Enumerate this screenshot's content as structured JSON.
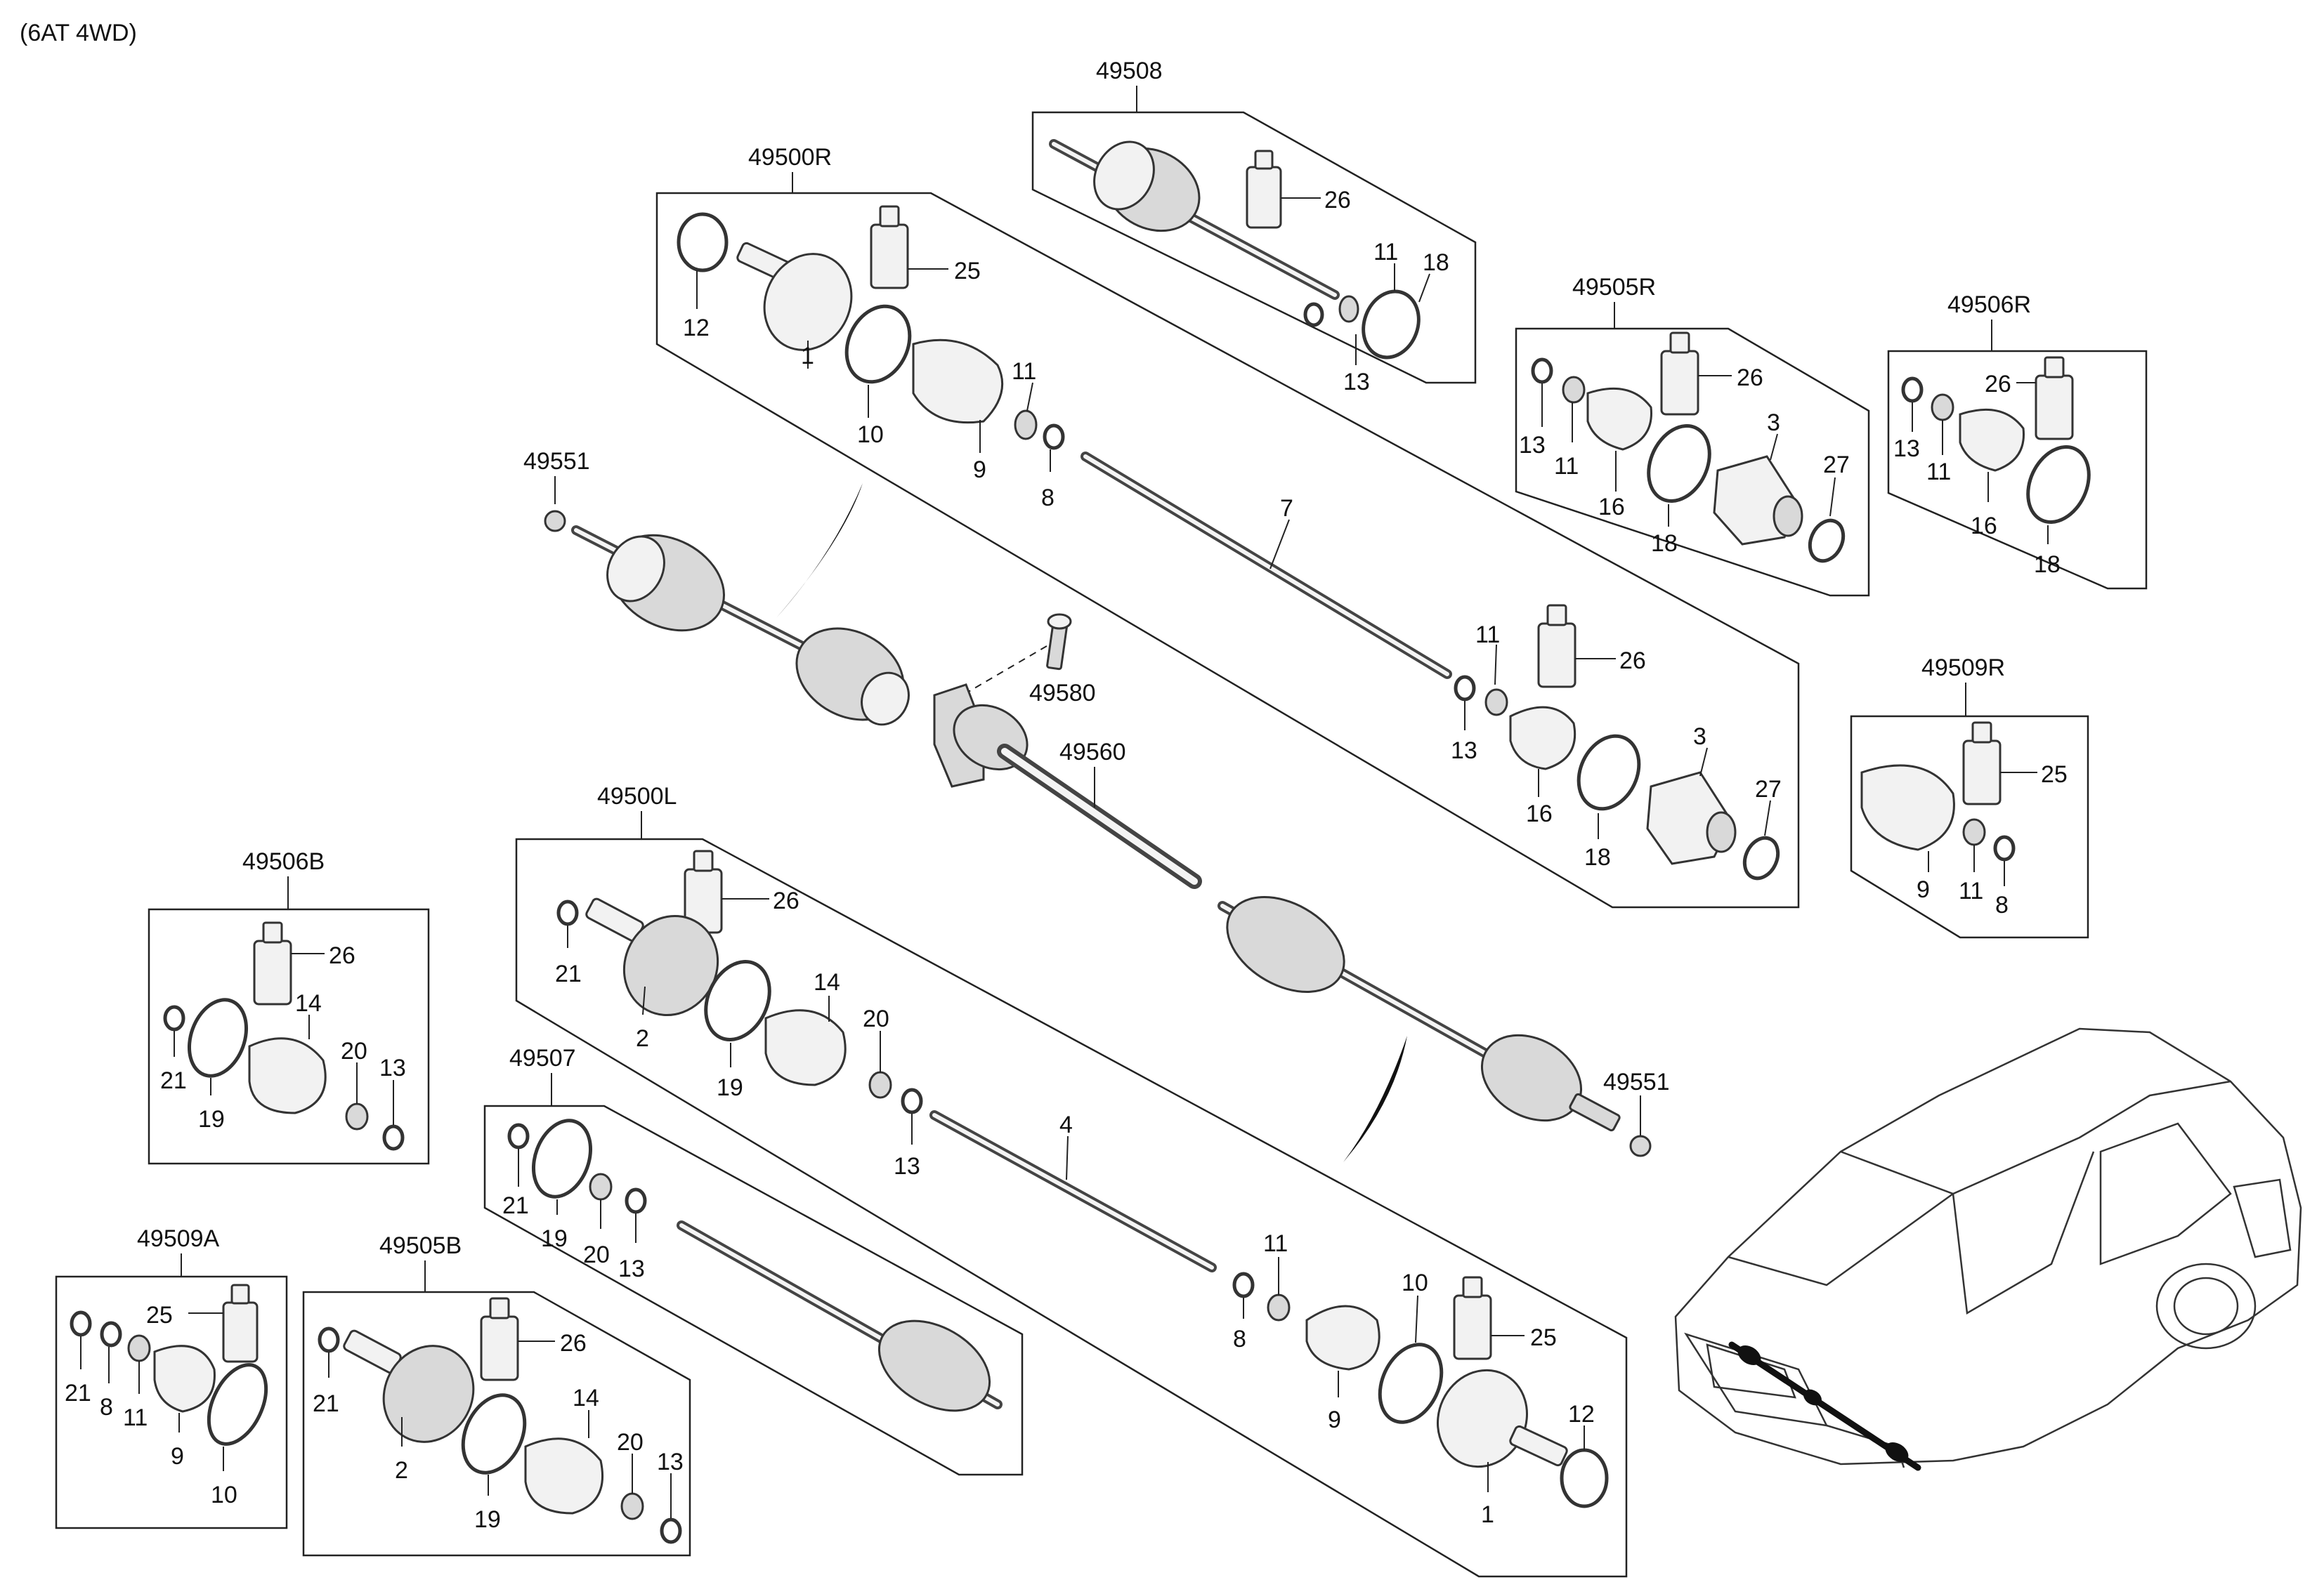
{
  "header": {
    "label": "(6AT 4WD)"
  },
  "groups": {
    "g49508": "49508",
    "g49500R": "49500R",
    "g49505R": "49505R",
    "g49506R": "49506R",
    "g49509R": "49509R",
    "g49551a": "49551",
    "g49551b": "49551",
    "g49580": "49580",
    "g49560": "49560",
    "g49500L": "49500L",
    "g49506B": "49506B",
    "g49507": "49507",
    "g49509A": "49509A",
    "g49505B": "49505B"
  },
  "callouts": {
    "c49508_26": "26",
    "c49508_11": "11",
    "c49508_18": "18",
    "c49508_13": "13",
    "cR_12": "12",
    "cR_1": "1",
    "cR_25": "25",
    "cR_10": "10",
    "cR_9": "9",
    "cR_11": "11",
    "cR_8": "8",
    "cR_7": "7",
    "cR_11b": "11",
    "cR_26": "26",
    "cR_13": "13",
    "cR_16": "16",
    "cR_18": "18",
    "cR_3": "3",
    "cR_27": "27",
    "c5R_13": "13",
    "c5R_11": "11",
    "c5R_16": "16",
    "c5R_26": "26",
    "c5R_18": "18",
    "c5R_3": "3",
    "c5R_27": "27",
    "c6R_13": "13",
    "c6R_11": "11",
    "c6R_26": "26",
    "c6R_16": "16",
    "c6R_18": "18",
    "c9R_9": "9",
    "c9R_25": "25",
    "c9R_11": "11",
    "c9R_8": "8",
    "cL_26": "26",
    "cL_21": "21",
    "cL_2": "2",
    "cL_19": "19",
    "cL_14": "14",
    "cL_20": "20",
    "cL_13": "13",
    "cL_4": "4",
    "cL_11": "11",
    "cL_8": "8",
    "cL_9": "9",
    "cL_10": "10",
    "cL_25": "25",
    "cL_1": "1",
    "cL_12": "12",
    "c6B_26": "26",
    "c6B_14": "14",
    "c6B_21": "21",
    "c6B_19": "19",
    "c6B_20": "20",
    "c6B_13": "13",
    "c07_21": "21",
    "c07_19": "19",
    "c07_20": "20",
    "c07_13": "13",
    "c9A_25": "25",
    "c9A_21": "21",
    "c9A_8": "8",
    "c9A_11": "11",
    "c9A_9": "9",
    "c9A_10": "10",
    "c5B_26": "26",
    "c5B_21": "21",
    "c5B_2": "2",
    "c5B_14": "14",
    "c5B_20": "20",
    "c5B_13": "13",
    "c5B_19": "19"
  }
}
